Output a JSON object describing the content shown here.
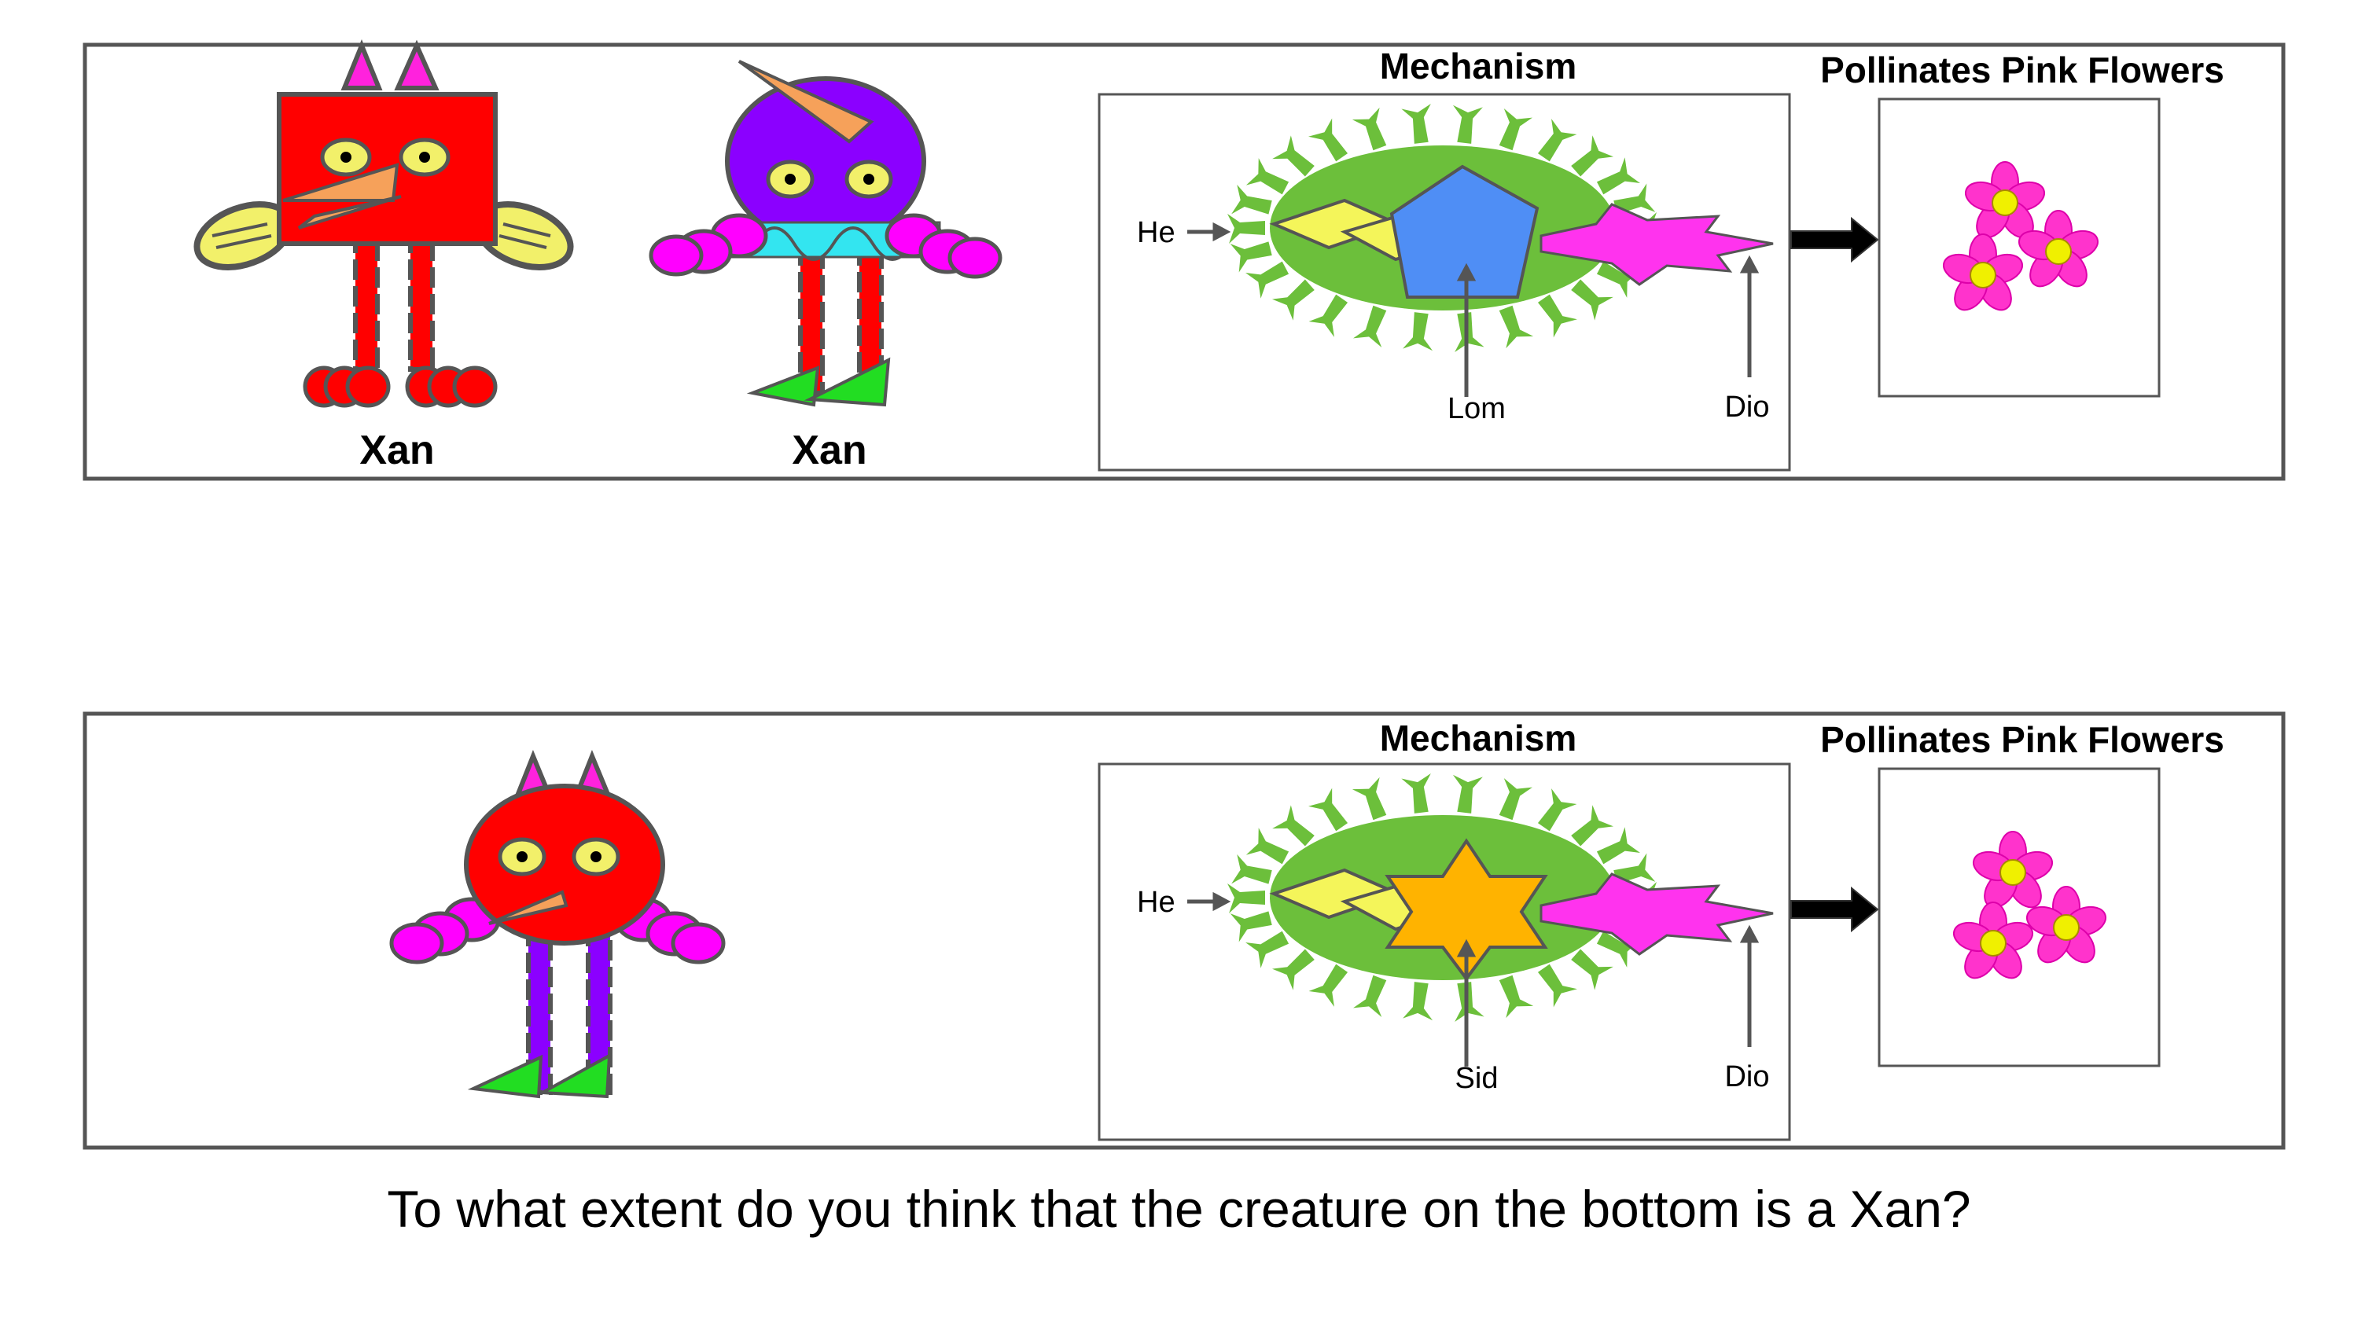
{
  "top_panel": {
    "creatures": [
      {
        "label": "Xan"
      },
      {
        "label": "Xan"
      }
    ],
    "mechanism_title": "Mechanism",
    "mechanism_labels": {
      "left": "He",
      "center": "Lom",
      "right": "Dio"
    },
    "effect_title": "Pollinates Pink Flowers"
  },
  "bottom_panel": {
    "mechanism_title": "Mechanism",
    "mechanism_labels": {
      "left": "He",
      "center": "Sid",
      "right": "Dio"
    },
    "effect_title": "Pollinates Pink Flowers"
  },
  "question": "To what extent do you think that the creature on the bottom is a Xan?",
  "colors": {
    "body_red": "#ff0000",
    "body_purple": "#8b00ff",
    "ear_magenta": "#ff22dd",
    "limb_magenta": "#ff00ff",
    "wing_yellow": "#f2f06a",
    "beak_orange": "#f6a15a",
    "foot_green": "#22dd22",
    "belt_cyan": "#33e5f0",
    "cell_green": "#6cbf3b",
    "lom_blue": "#4f8ef5",
    "sid_orange": "#ffb300",
    "he_yellow": "#f4f55a",
    "dio_magenta": "#ff33ee",
    "flower_pink": "#ff33cc",
    "flower_center": "#f0f000",
    "outline": "#555555"
  }
}
